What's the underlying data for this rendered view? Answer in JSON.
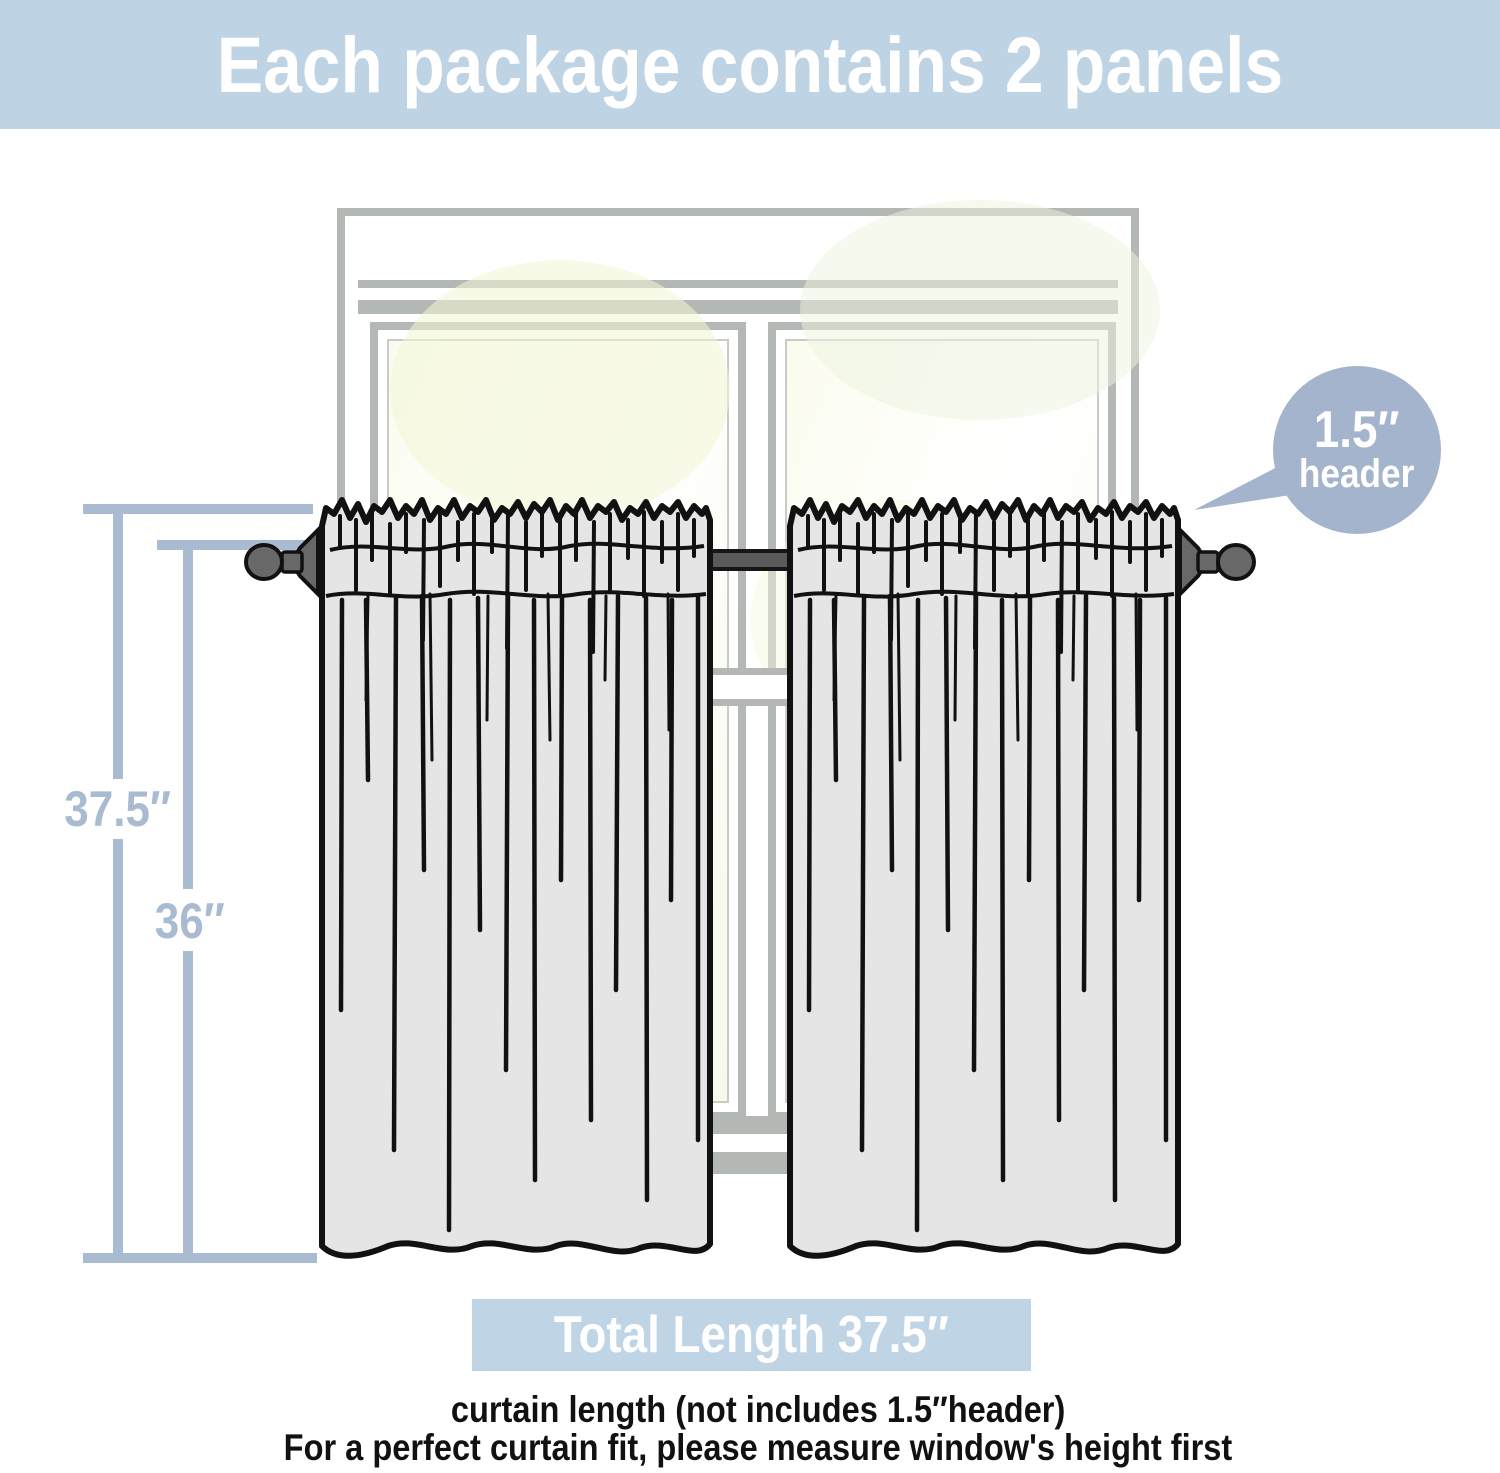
{
  "banner": {
    "title": "Each package contains 2 panels"
  },
  "callout": {
    "size": "1.5″",
    "label": "header"
  },
  "dimensions": {
    "total_height": "37.5″",
    "curtain_length": "36″"
  },
  "footer": {
    "total_length": "Total Length 37.5″",
    "note_line1": "curtain length (not includes 1.5″header)",
    "note_line2": "For a perfect curtain fit, please measure window's height first"
  },
  "illustration": {
    "panel_count": "2"
  },
  "colors": {
    "banner_bg": "#bed3e4",
    "banner_text": "#ffffff",
    "callout_bg": "#a3b4cc",
    "dimension_line": "#a9bbd0",
    "total_box_bg": "#bfd4e5",
    "curtain_fill": "#e5e5e5",
    "outline": "#111111",
    "window_frame": "#b4b8b4",
    "rod": "#5a5a5a",
    "note_text": "#111111"
  }
}
